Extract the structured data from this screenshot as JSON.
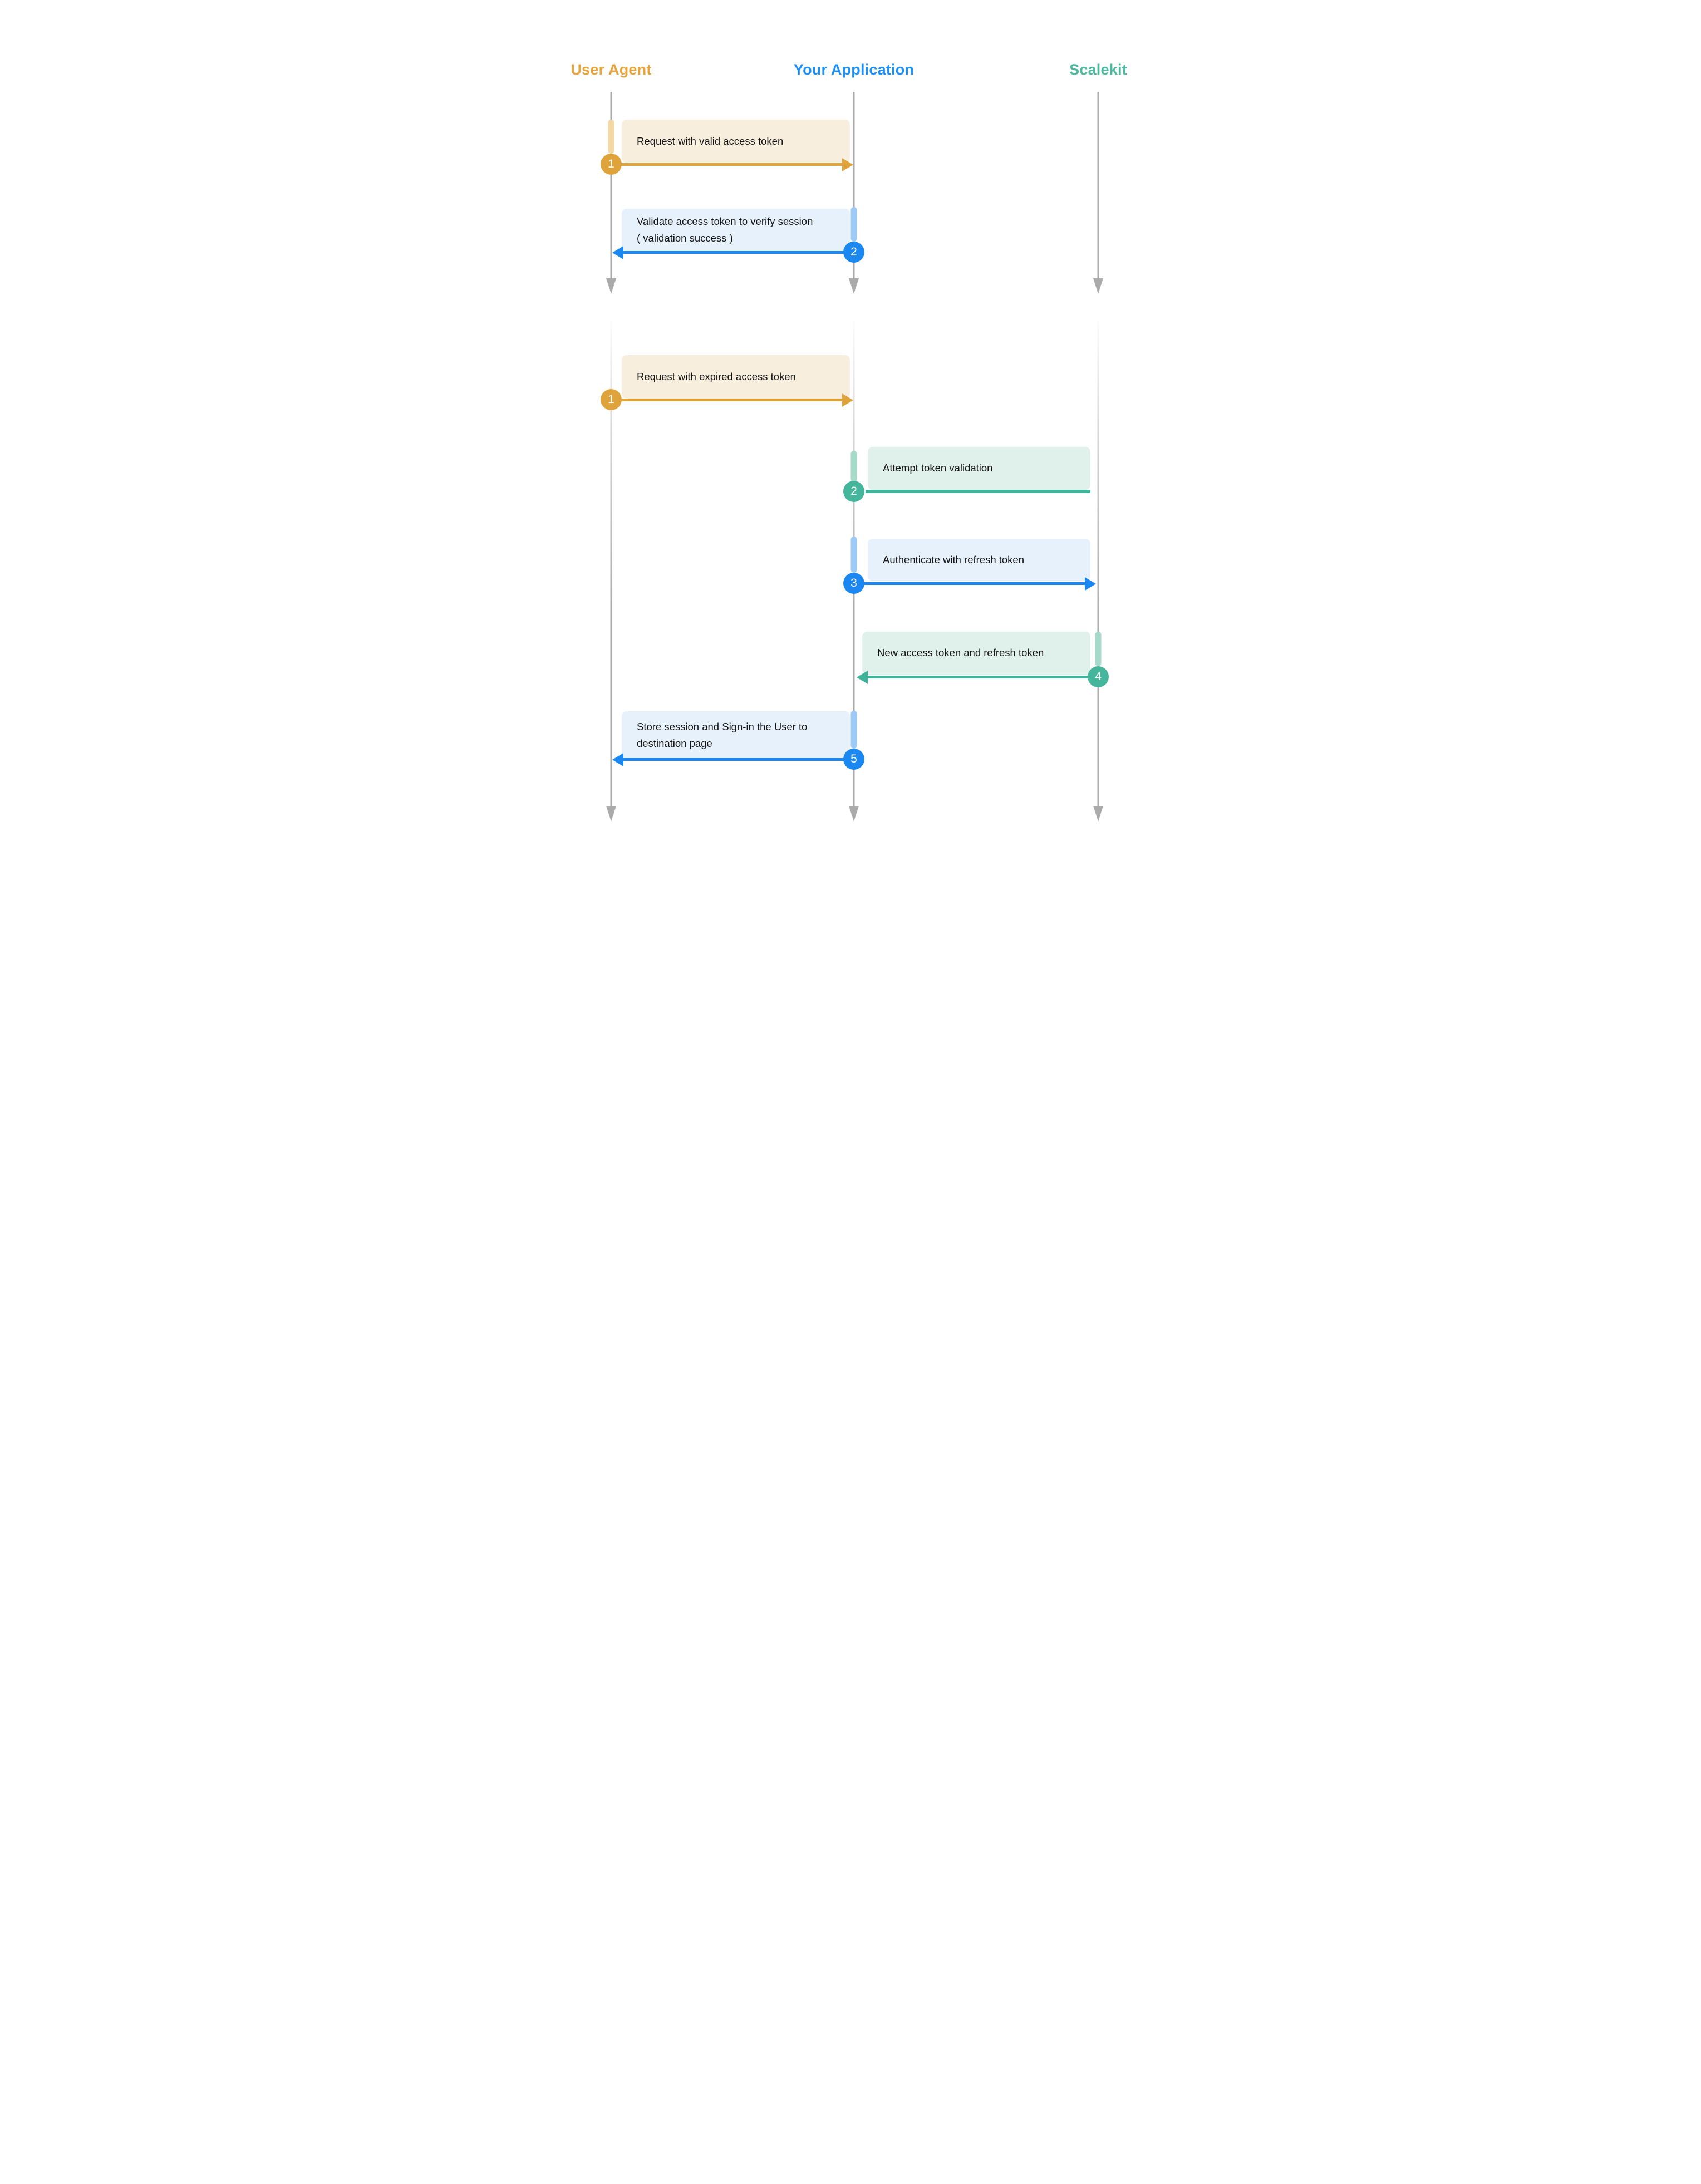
{
  "diagram": {
    "title_hint": "OAuth session validation and refresh flow",
    "actors": [
      {
        "id": "user-agent",
        "label": "User Agent",
        "color": "#E8A43C"
      },
      {
        "id": "your-application",
        "label": "Your Application",
        "color": "#1E8FF5"
      },
      {
        "id": "scalekit",
        "label": "Scalekit",
        "color": "#4BB9A0"
      }
    ],
    "section1": {
      "msg1": {
        "num": "1",
        "text": "Request with valid access token",
        "from": "user-agent",
        "to": "your-application",
        "theme": "orange"
      },
      "msg2": {
        "num": "2",
        "line1": "Validate access token to verify session",
        "line2": "( validation success )",
        "from": "your-application",
        "to": "user-agent",
        "theme": "blue"
      }
    },
    "section2": {
      "msg1": {
        "num": "1",
        "text": "Request with expired access token",
        "from": "user-agent",
        "to": "your-application",
        "theme": "orange"
      },
      "msg2": {
        "num": "2",
        "text": "Attempt token validation",
        "from": "your-application",
        "to": "your-application",
        "theme": "teal"
      },
      "msg3": {
        "num": "3",
        "text": "Authenticate with refresh token",
        "from": "your-application",
        "to": "scalekit",
        "theme": "blue"
      },
      "msg4": {
        "num": "4",
        "text": "New access token and refresh token",
        "from": "scalekit",
        "to": "your-application",
        "theme": "teal"
      },
      "msg5": {
        "num": "5",
        "line1": "Store session and Sign-in the User to",
        "line2": "destination page",
        "from": "your-application",
        "to": "user-agent",
        "theme": "blue"
      }
    },
    "colors": {
      "orange": "#DFA33C",
      "orange_pill": "#F2D8A4",
      "cream_box": "#F8EEDE",
      "blue": "#1B87F0",
      "blue_pill": "#9CC9F6",
      "blue_box": "#E6F1FC",
      "teal": "#45B59B",
      "teal_line": "#40B29A",
      "teal_pill": "#A5DACA",
      "teal_box": "#DFF1EA",
      "lifeline_gray": "#ABABAB",
      "text": "#141414",
      "background": "#FFFFFF"
    }
  }
}
